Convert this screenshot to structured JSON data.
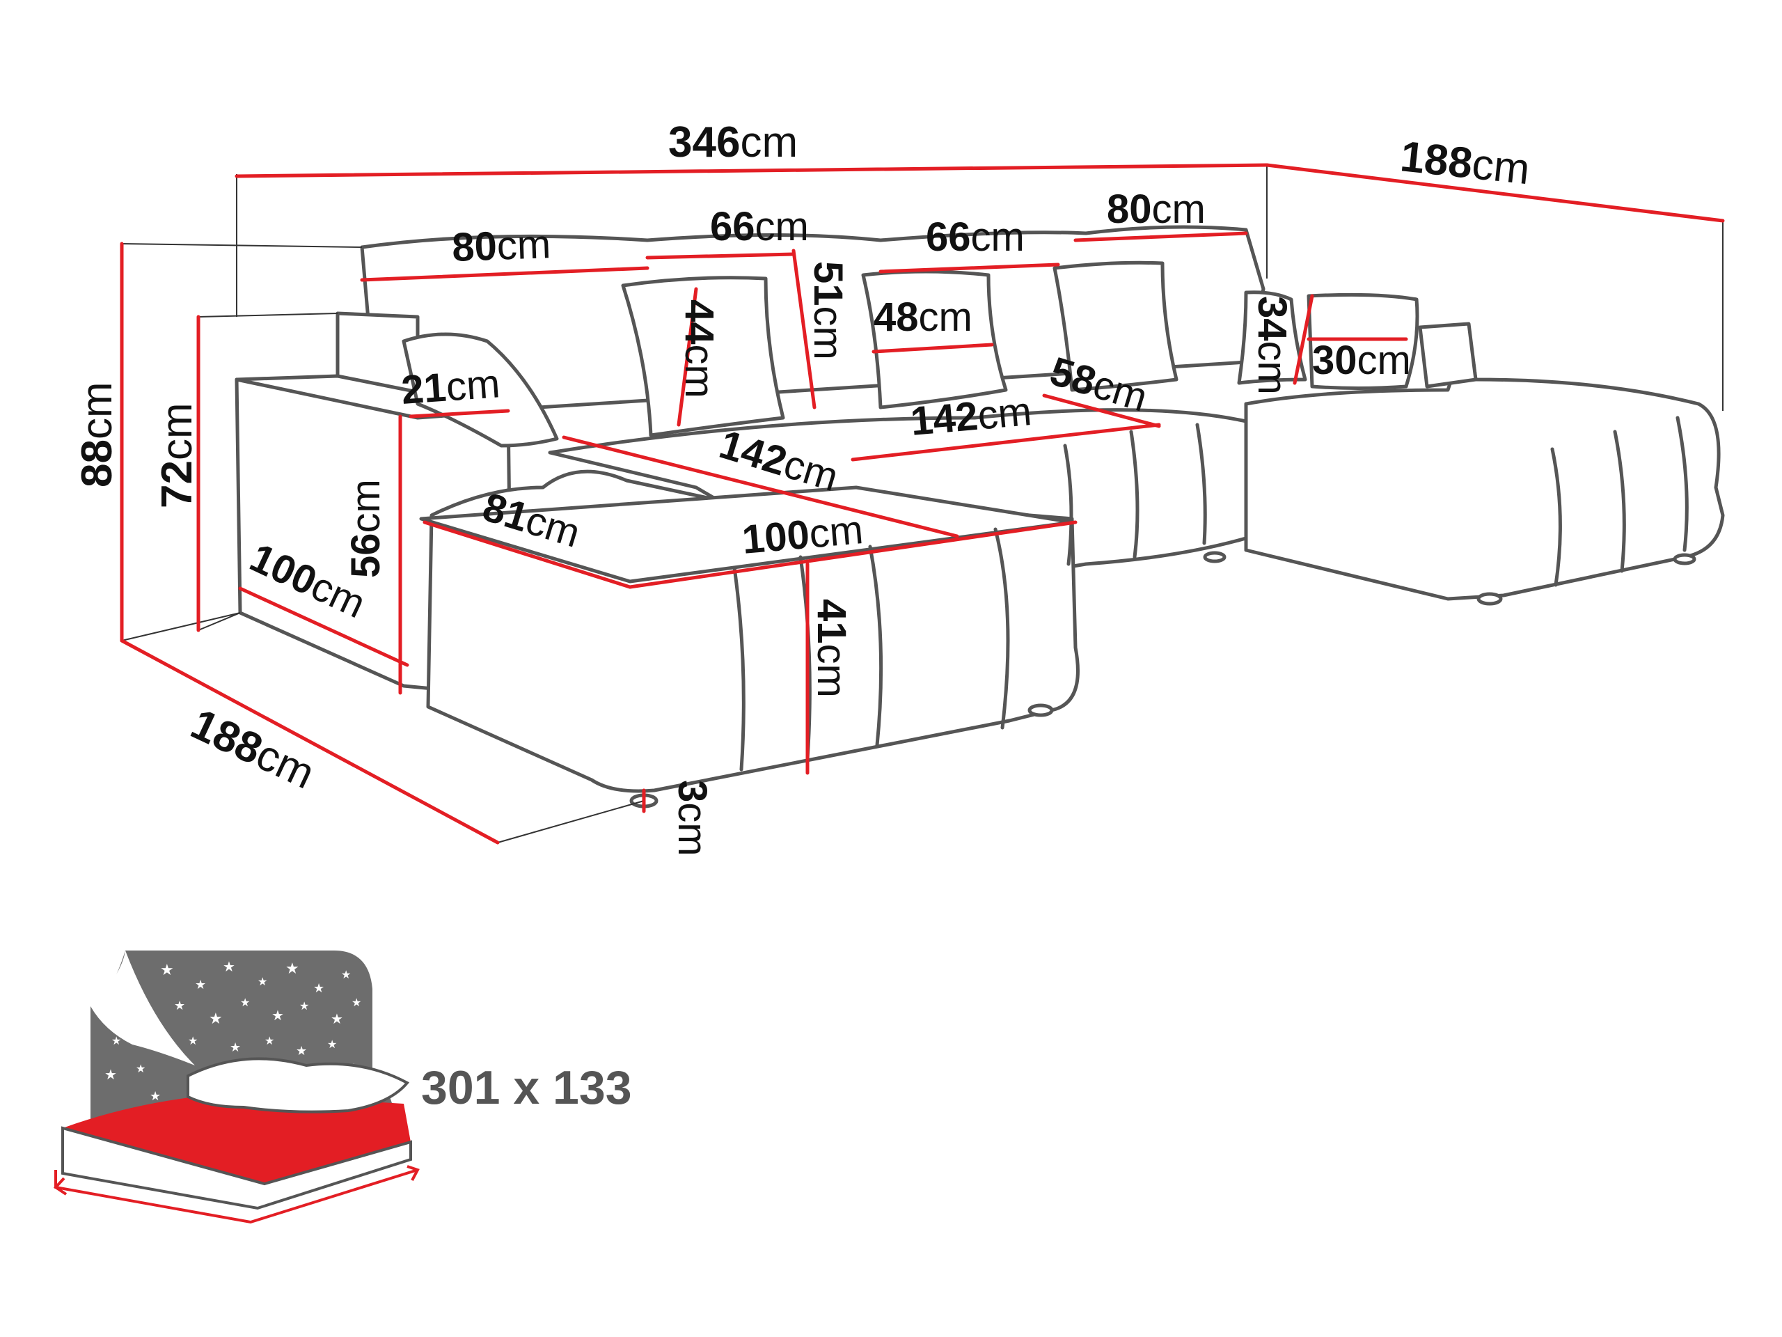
{
  "colors": {
    "dimension_line": "#e31e24",
    "outline": "#555555",
    "text": "#111111",
    "bed_panel": "#6d6d6d",
    "bed_surface": "#e31e24"
  },
  "dimensions": {
    "total_width": {
      "num": "346",
      "unit": "cm"
    },
    "right_depth": {
      "num": "188",
      "unit": "cm"
    },
    "left_depth": {
      "num": "188",
      "unit": "cm"
    },
    "total_height": {
      "num": "88",
      "unit": "cm"
    },
    "armrest_height": {
      "num": "72",
      "unit": "cm"
    },
    "back_cushion_1": {
      "num": "80",
      "unit": "cm"
    },
    "back_cushion_2": {
      "num": "66",
      "unit": "cm"
    },
    "back_cushion_3": {
      "num": "66",
      "unit": "cm"
    },
    "back_cushion_4": {
      "num": "80",
      "unit": "cm"
    },
    "back_cushion_height": {
      "num": "51",
      "unit": "cm"
    },
    "pillow_large_height": {
      "num": "44",
      "unit": "cm"
    },
    "pillow_large_width": {
      "num": "48",
      "unit": "cm"
    },
    "pillow_small_height": {
      "num": "34",
      "unit": "cm"
    },
    "pillow_small_width": {
      "num": "30",
      "unit": "cm"
    },
    "armrest_width": {
      "num": "21",
      "unit": "cm"
    },
    "armrest_inner_height": {
      "num": "56",
      "unit": "cm"
    },
    "armrest_length": {
      "num": "100",
      "unit": "cm"
    },
    "seat_depth_left": {
      "num": "142",
      "unit": "cm"
    },
    "seat_depth_middle": {
      "num": "142",
      "unit": "cm"
    },
    "seat_depth_right": {
      "num": "58",
      "unit": "cm"
    },
    "chaise_width": {
      "num": "81",
      "unit": "cm"
    },
    "chaise_front": {
      "num": "100",
      "unit": "cm"
    },
    "seat_height": {
      "num": "41",
      "unit": "cm"
    },
    "leg_height": {
      "num": "3",
      "unit": "cm"
    }
  },
  "bed": {
    "icon": "sleeping-function-icon",
    "size_label": "301 x 133"
  }
}
